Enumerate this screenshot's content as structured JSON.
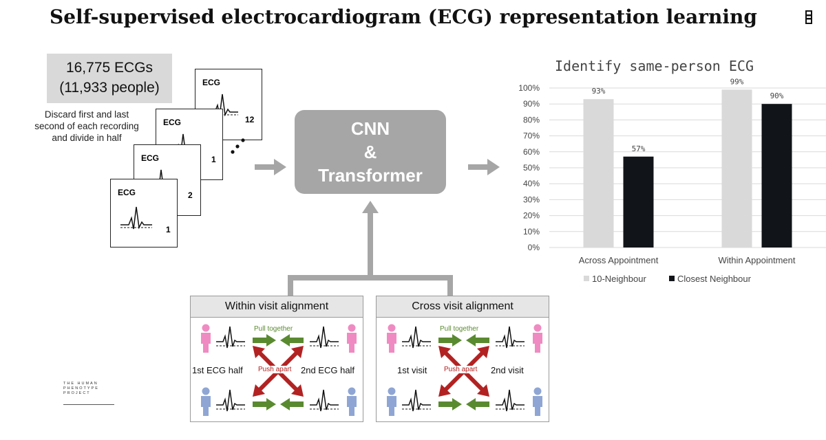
{
  "title": "Self-supervised electrocardiogram (ECG) representation learning",
  "dataset": {
    "line1": "16,775 ECGs",
    "line2": "(11,933 people)"
  },
  "preprocess_note": "Discard first and last second of each recording and divide in half",
  "ecg_cards": {
    "label": "ECG",
    "stack_a": {
      "front_num": "1",
      "back_num": "2"
    },
    "stack_b": {
      "front_num": "1",
      "back_num": "12"
    }
  },
  "model": {
    "line1": "CNN",
    "line2": "&",
    "line3": "Transformer"
  },
  "within_panel": {
    "title": "Within visit alignment",
    "pull": "Pull together",
    "push": "Push apart",
    "left_label": "1st ECG half",
    "right_label": "2nd ECG half"
  },
  "cross_panel": {
    "title": "Cross visit alignment",
    "pull": "Pull together",
    "push": "Push apart",
    "left_label": "1st visit",
    "right_label": "2nd visit"
  },
  "logo": {
    "line1": "THE HUMAN",
    "line2": "PHENOTYPE",
    "line3": "PROJECT"
  },
  "colors": {
    "pink": "#ef8bc2",
    "blue": "#8fa6d4",
    "green": "#5a8a30",
    "red": "#b22222",
    "gray_arrow": "#a6a6a6"
  },
  "icons": [
    "menu-icon",
    "person-icon",
    "ecg-wave-icon",
    "arrow-icon"
  ],
  "chart_data": {
    "type": "bar",
    "title": "Identify same-person ECG",
    "categories": [
      "Across Appointment",
      "Within Appointment"
    ],
    "series": [
      {
        "name": "10-Neighbour",
        "values": [
          93,
          99
        ],
        "labels": [
          "93%",
          "99%"
        ],
        "color": "#d9d9d9"
      },
      {
        "name": "Closest Neighbour",
        "values": [
          57,
          90
        ],
        "labels": [
          "57%",
          "90%"
        ],
        "color": "#111418"
      }
    ],
    "yticks": [
      "0%",
      "10%",
      "20%",
      "30%",
      "40%",
      "50%",
      "60%",
      "70%",
      "80%",
      "90%",
      "100%"
    ],
    "ylim": [
      0,
      100
    ],
    "grid": true,
    "legend_position": "bottom"
  }
}
